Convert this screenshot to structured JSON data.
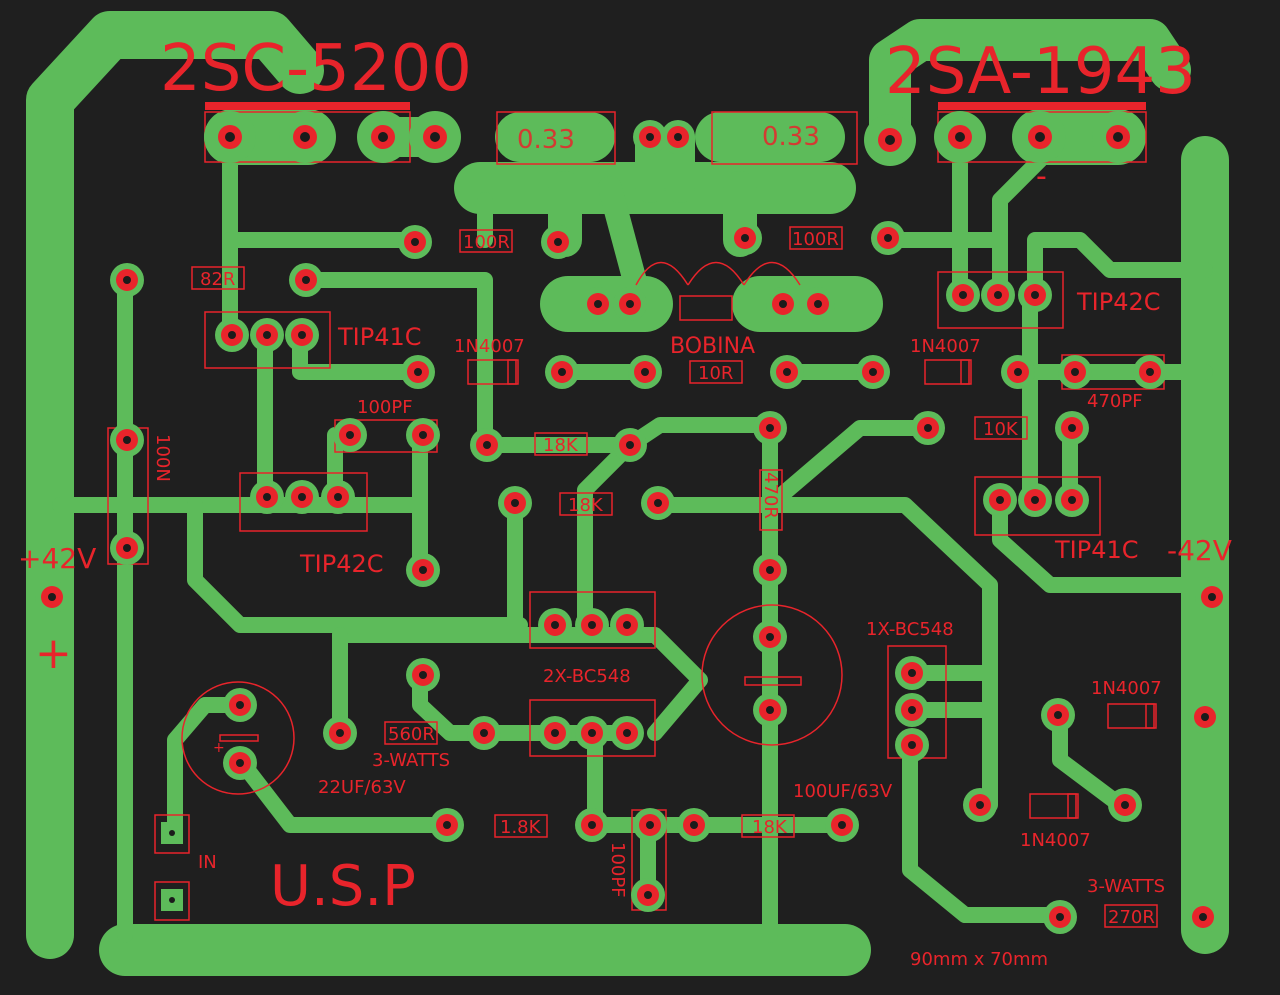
{
  "colors": {
    "board": "#1f1f1f",
    "copper": "#5dbb5a",
    "silk": "#e8242b"
  },
  "labels": {
    "q_npn_power": "2SC-5200",
    "q_pnp_power": "2SA-1943",
    "r_emitter_left": "0.33",
    "r_emitter_right": "0.33",
    "r_100r_left": "100R",
    "r_100r_right": "100R",
    "r_82r": "82R",
    "q_tip41c_left": "TIP41C",
    "q_tip42c_right": "TIP42C",
    "bobina": "BOBINA",
    "d_1n4007_a": "1N4007",
    "d_1n4007_b": "1N4007",
    "r_10r": "10R",
    "c_100pf_top": "100PF",
    "c_470pf": "470PF",
    "r_18k_a": "18K",
    "r_10k": "10K",
    "c_100n": "100N",
    "r_18k_b": "18K",
    "r_470r": "470R",
    "q_tip42c_left": "TIP42C",
    "q_tip41c_right": "TIP41C",
    "v_pos": "+42V",
    "v_neg": "-42V",
    "plus_sign": "+",
    "minus_sign": "-",
    "q_2x_bc548": "2X-BC548",
    "q_1x_bc548": "1X-BC548",
    "r_560r": "560R",
    "r_560r_power": "3-WATTS",
    "c_22uf": "22UF/63V",
    "c_100uf": "100UF/63V",
    "r_1_8k": "1.8K",
    "r_18k_c": "18K",
    "c_100pf_bottom": "100PF",
    "in_label": "IN",
    "brand": "U.S.P",
    "d_1n4007_c": "1N4007",
    "d_1n4007_d": "1N4007",
    "r_270r_power": "3-WATTS",
    "r_270r": "270R",
    "dimensions": "90mm x 70mm"
  }
}
